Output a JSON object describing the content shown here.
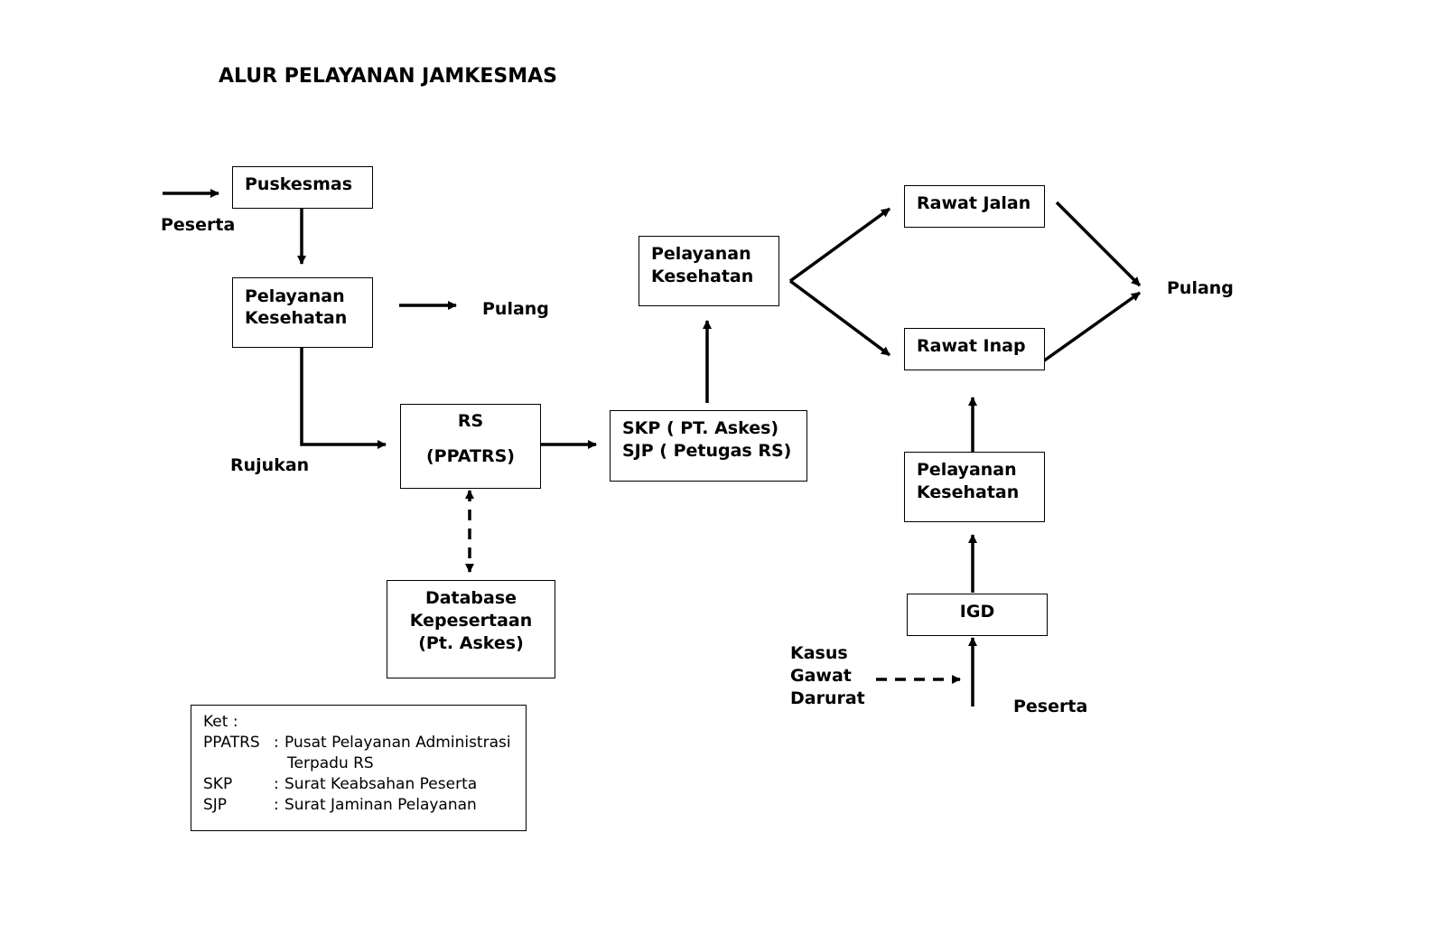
{
  "title": "ALUR PELAYANAN JAMKESMAS",
  "boxes": {
    "puskesmas": "Puskesmas",
    "pelayanan1": [
      "Pelayanan",
      "Kesehatan"
    ],
    "rs": [
      "RS",
      "(PPATRS)"
    ],
    "database": [
      "Database",
      "Kepesertaan",
      "(Pt. Askes)"
    ],
    "skp_sjp": [
      "SKP ( PT. Askes)",
      "SJP ( Petugas RS)"
    ],
    "pelayanan2": [
      "Pelayanan",
      "Kesehatan"
    ],
    "rawat_jalan": "Rawat Jalan",
    "rawat_inap": "Rawat Inap",
    "pelayanan3": [
      "Pelayanan",
      "Kesehatan"
    ],
    "igd": "IGD"
  },
  "labels": {
    "peserta_left": "Peserta",
    "pulang_left": "Pulang",
    "rujukan": "Rujukan",
    "pulang_right": "Pulang",
    "kasus": [
      "Kasus",
      "Gawat",
      "Darurat"
    ],
    "peserta_bottom": "Peserta"
  },
  "legend": {
    "header": "Ket :",
    "rows": [
      {
        "abbr": "PPATRS",
        "sep": ":",
        "desc": "Pusat Pelayanan Administrasi",
        "desc2": "Terpadu RS"
      },
      {
        "abbr": "SKP",
        "sep": ":",
        "desc": "Surat Keabsahan Peserta"
      },
      {
        "abbr": "SJP",
        "sep": ":",
        "desc": "Surat Jaminan Pelayanan"
      }
    ]
  }
}
